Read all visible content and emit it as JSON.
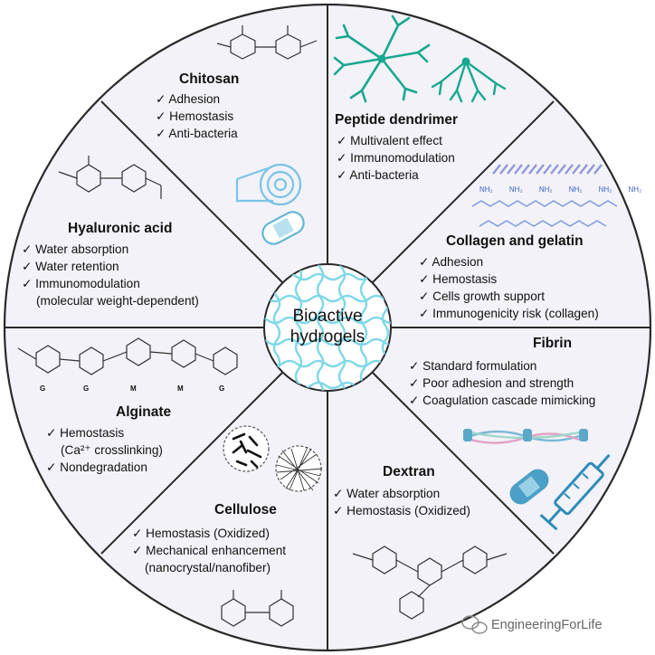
{
  "center": {
    "line1": "Bioactive",
    "line2": "hydrogels"
  },
  "colors": {
    "wheel_fill": "#f2f2f8",
    "outline": "#2a2a2a",
    "mesh": "#7fd8e8",
    "icon_teal": "#1aa890",
    "icon_blue": "#62b6d6"
  },
  "sections": {
    "chitosan": {
      "title": "Chitosan",
      "items": [
        "✓ Adhesion",
        "✓ Hemostasis",
        "✓ Anti-bacteria"
      ]
    },
    "peptide": {
      "title": "Peptide dendrimer",
      "items": [
        "✓ Multivalent effect",
        "✓ Immunomodulation",
        "✓ Anti-bacteria"
      ]
    },
    "collagen": {
      "title": "Collagen and gelatin",
      "items": [
        "✓ Adhesion",
        "✓ Hemostasis",
        "✓ Cells growth support",
        "✓ Immunogenicity risk (collagen)"
      ],
      "nh2_label": "NH₂"
    },
    "fibrin": {
      "title": "Fibrin",
      "items": [
        "✓ Standard formulation",
        "✓ Poor adhesion and strength",
        "✓ Coagulation cascade mimicking"
      ]
    },
    "dextran": {
      "title": "Dextran",
      "items": [
        "✓ Water absorption",
        "✓ Hemostasis (Oxidized)"
      ]
    },
    "cellulose": {
      "title": "Cellulose",
      "items": [
        "✓ Hemostasis (Oxidized)",
        "✓ Mechanical enhancement",
        "(nanocrystal/nanofiber)"
      ]
    },
    "alginate": {
      "title": "Alginate",
      "items": [
        "✓ Hemostasis",
        "(Ca²⁺ crosslinking)",
        "✓ Nondegradation"
      ],
      "units": [
        "G",
        "G",
        "M",
        "M",
        "G"
      ]
    },
    "hyaluronic": {
      "title": "Hyaluronic acid",
      "items": [
        "✓ Water absorption",
        "✓ Water retention",
        "✓ Immunomodulation",
        "(molecular weight-dependent)"
      ]
    }
  },
  "watermark": {
    "text": "EngineeringForLife",
    "icon": "wechat-icon"
  }
}
